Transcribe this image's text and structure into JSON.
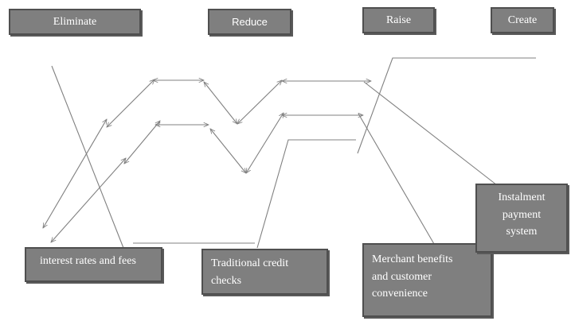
{
  "headers": {
    "eliminate": "Eliminate",
    "reduce": "Reduce",
    "raise": "Raise",
    "create": "Create"
  },
  "boxes": {
    "interest": "interest rates and fees",
    "credit_checks": "Traditional credit\nchecks",
    "merchant": "Merchant benefits\nand customer\nconvenience",
    "instalment": "Instalment\npayment\nsystem"
  },
  "colors": {
    "box_fill": "#7f7f7f",
    "box_border": "#4f4f4f",
    "line": "#808080",
    "text": "#ffffff"
  }
}
